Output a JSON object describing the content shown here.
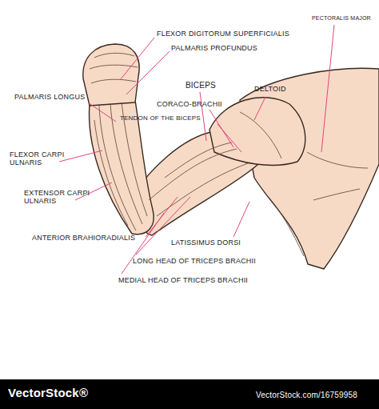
{
  "diagram": {
    "labels": [
      "FLEXOR DIGITORUM SUPERFICIALIS",
      "PALMARIS PROFUNDUS",
      "PECTORALIS MAJOR",
      "DELTOID",
      "BICEPS",
      "CORACO-BRACHII",
      "TENDON OF THE BICEPS",
      "PALMARIS LONGUS",
      "FLEXOR CARPI ULNARIS",
      "EXTENSOR CARPI ULNARIS",
      "ANTERIOR BRAHIORADIALIS",
      "LATISSIMUS DORSI",
      "LONG HEAD OF TRICEPS BRACHII",
      "MEDIAL HEAD OF TRICEPS BRACHII",
      "VectorStock®",
      "VectorStock.com/16759958"
    ]
  }
}
